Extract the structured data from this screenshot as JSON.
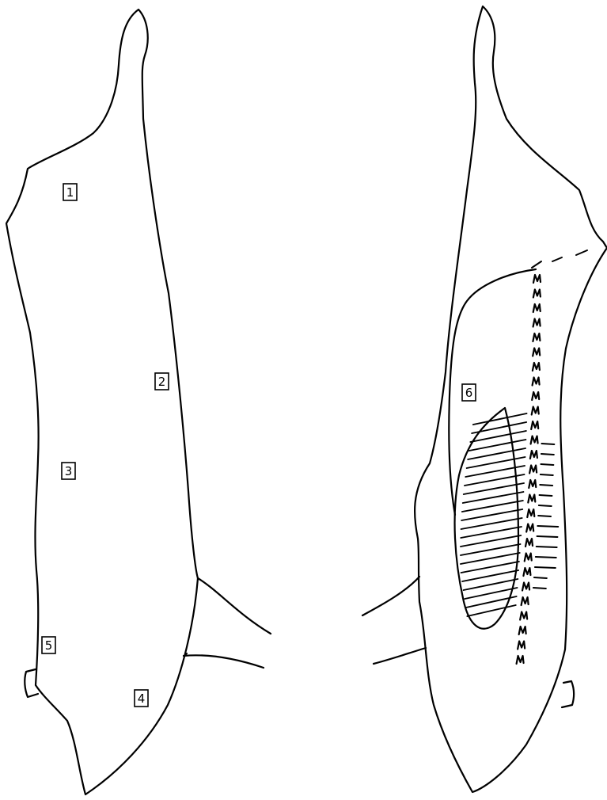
{
  "labels": {
    "label1": "1",
    "label2": "2",
    "label3": "3",
    "label4": "4",
    "label5": "5",
    "label6": "6"
  },
  "colors": {
    "ink": "#000000",
    "paper": "#ffffff"
  }
}
